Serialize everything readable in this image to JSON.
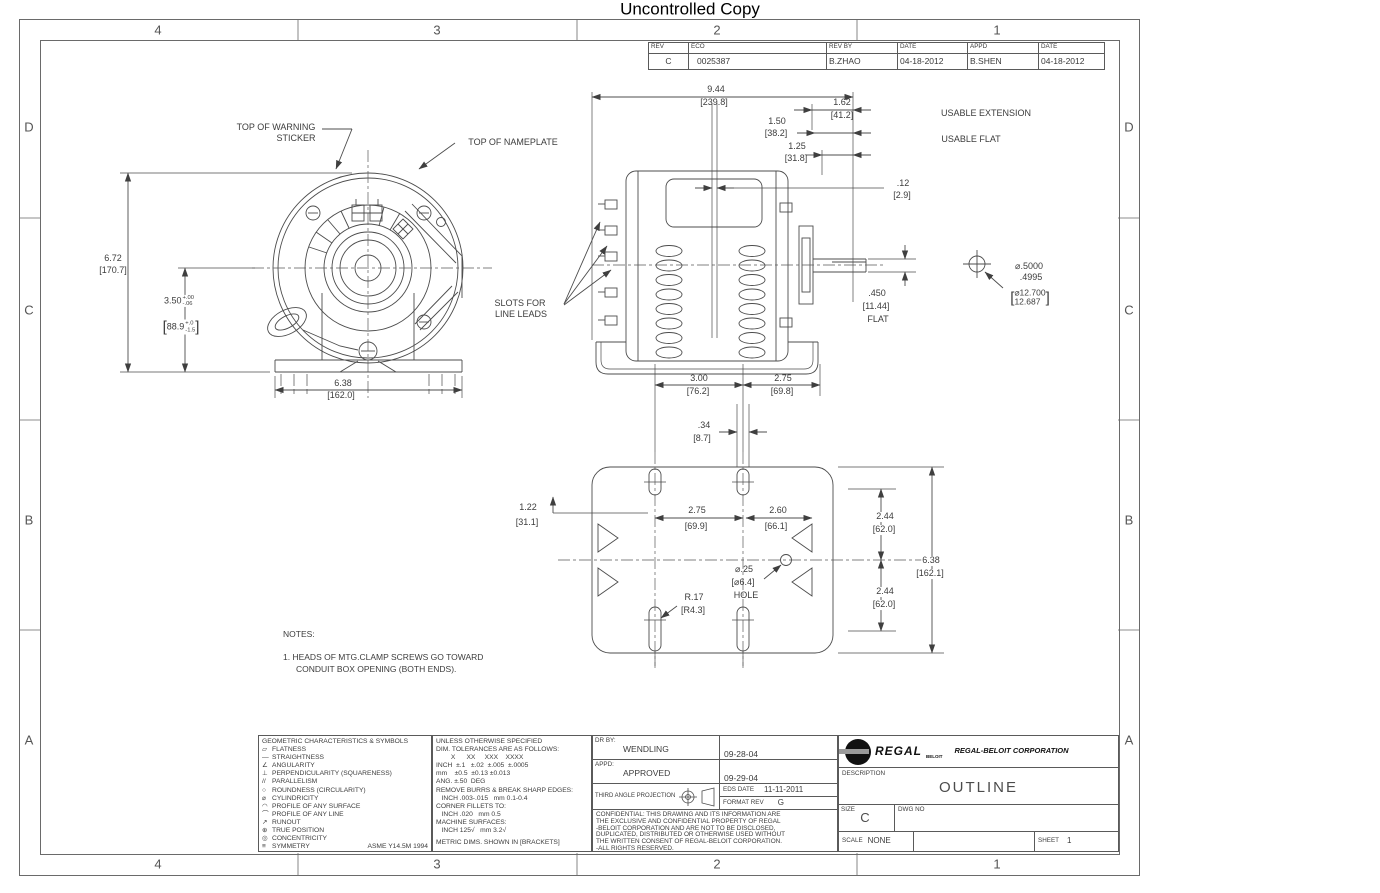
{
  "watermark": "Uncontrolled Copy",
  "zones": {
    "cols": [
      "4",
      "3",
      "2",
      "1"
    ],
    "rows": [
      "D",
      "C",
      "B",
      "A"
    ]
  },
  "rev_table": {
    "headers": [
      "REV",
      "ECO",
      "REV BY",
      "DATE",
      "APPD",
      "DATE"
    ],
    "values": [
      "C",
      "0025387",
      "B.ZHAO",
      "04-18-2012",
      "B.SHEN",
      "04-18-2012"
    ]
  },
  "labels": {
    "warning_1": "TOP OF WARNING",
    "warning_2": "STICKER",
    "nameplate": "TOP OF NAMEPLATE",
    "slots_1": "SLOTS FOR",
    "slots_2": "LINE LEADS",
    "usable_extension": "USABLE EXTENSION",
    "usable_flat": "USABLE FLAT"
  },
  "dims": {
    "d672": {
      "in": "6.72",
      "mm": "[170.7]"
    },
    "d350": {
      "in": "3.50",
      "tol_p": "+.00",
      "tol_m": "-.06",
      "mm": "88.9",
      "mm_p": "+.0",
      "mm_m": "-1.5"
    },
    "d638_front": {
      "in": "6.38",
      "mm": "[162.0]"
    },
    "d944": {
      "in": "9.44",
      "mm": "[239.8]"
    },
    "d162": {
      "in": "1.62",
      "mm": "[41.2]"
    },
    "d150": {
      "in": "1.50",
      "mm": "[38.2]"
    },
    "d125": {
      "in": "1.25",
      "mm": "[31.8]"
    },
    "d012": {
      "in": ".12",
      "mm": "[2.9]"
    },
    "d450": {
      "in": ".450",
      "mm": "[11.44]",
      "note": "FLAT"
    },
    "shaft": {
      "in1": "⌀.5000",
      "in2": ".4995",
      "mm1": "⌀12.700",
      "mm2": "12.687"
    },
    "d300": {
      "in": "3.00",
      "mm": "[76.2]"
    },
    "d275_side": {
      "in": "2.75",
      "mm": "[69.8]"
    },
    "d034": {
      "in": ".34",
      "mm": "[8.7]"
    },
    "d122": {
      "in": "1.22",
      "mm": "[31.1]"
    },
    "d275_bottom": {
      "in": "2.75",
      "mm": "[69.9]"
    },
    "d260": {
      "in": "2.60",
      "mm": "[66.1]"
    },
    "d244_top": {
      "in": "2.44",
      "mm": "[62.0]"
    },
    "d244_bottom": {
      "in": "2.44",
      "mm": "[62.0]"
    },
    "d638_bottom": {
      "in": "6.38",
      "mm": "[162.1]"
    },
    "hole": {
      "in": "⌀.25",
      "mm": "[⌀6.4]",
      "note": "HOLE"
    },
    "r17": {
      "in": "R.17",
      "mm": "[R4.3]"
    }
  },
  "notes": {
    "title": "NOTES:",
    "line1": "1.  HEADS  OF  MTG.CLAMP  SCREWS  GO  TOWARD",
    "line2": "CONDUIT  BOX  OPENING  (BOTH  ENDS)."
  },
  "geo": {
    "title": "GEOMETRIC  CHARACTERISTICS  &  SYMBOLS",
    "items": [
      {
        "sym": "▱",
        "label": "FLATNESS"
      },
      {
        "sym": "—",
        "label": "STRAIGHTNESS"
      },
      {
        "sym": "∠",
        "label": "ANGULARITY"
      },
      {
        "sym": "⊥",
        "label": "PERPENDICULARITY  (SQUARENESS)"
      },
      {
        "sym": "//",
        "label": "PARALLELISM"
      },
      {
        "sym": "○",
        "label": "ROUNDNESS  (CIRCULARITY)"
      },
      {
        "sym": "⌀",
        "label": "CYLINDRICITY"
      },
      {
        "sym": "◠",
        "label": "PROFILE  OF  ANY  SURFACE"
      },
      {
        "sym": "⌒",
        "label": "PROFILE  OF  ANY  LINE"
      },
      {
        "sym": "↗",
        "label": "RUNOUT"
      },
      {
        "sym": "⊕",
        "label": "TRUE  POSITION"
      },
      {
        "sym": "◎",
        "label": "CONCENTRICITY"
      },
      {
        "sym": "≡",
        "label": "SYMMETRY"
      }
    ],
    "std": "ASME Y14.5M 1994"
  },
  "tol": {
    "lines": [
      "UNLESS OTHERWISE SPECIFIED",
      "DIM. TOLERANCES ARE AS FOLLOWS:",
      "        X      XX     XXX    XXXX",
      "INCH  ±.1   ±.02  ±.005  ±.0005",
      "mm    ±0.5  ±0.13 ±0.013",
      "ANG. ±.50  DEG",
      "REMOVE BURRS & BREAK SHARP EDGES:",
      "   INCH .003-.015   mm 0.1-0.4",
      "CORNER FILLETS TO:",
      "   INCH .020   mm 0.5",
      "MACHINE SURFACES:",
      "   INCH 125√   mm 3.2√",
      "METRIC DIMS. SHOWN IN [BRACKETS]"
    ]
  },
  "doc": {
    "dr_label": "DR BY:",
    "dr_name": "WENDLING",
    "dr_date": "09-28-04",
    "appd_label": "APPD:",
    "appd_name": "APPROVED",
    "appd_date": "09-29-04",
    "projection": "THIRD ANGLE PROJECTION",
    "eds_label": "EDS DATE",
    "eds_date": "11-11-2011",
    "format_label": "FORMAT REV",
    "format_rev": "G",
    "confidential": [
      "CONFIDENTIAL: THIS DRAWING AND ITS INFORMATION ARE",
      "THE EXCLUSIVE AND CONFIDENTIAL PROPERTY OF REGAL",
      "-BELOIT CORPORATION AND ARE NOT TO BE DISCLOSED,",
      "DUPLICATED, DISTRIBUTED OR OTHERWISE USED WITHOUT",
      "THE WRITTEN CONSENT OF REGAL-BELOIT CORPORATION.",
      "-ALL RIGHTS RESERVED."
    ]
  },
  "title_block": {
    "logo_main": "REGAL",
    "logo_sub": "BELOIT",
    "company": "REGAL-BELOIT CORPORATION",
    "description_label": "DESCRIPTION",
    "description": "OUTLINE",
    "size_label": "SIZE",
    "size": "C",
    "dwg_label": "DWG NO",
    "scale_label": "SCALE",
    "scale": "NONE",
    "sheet_label": "SHEET",
    "sheet": "1"
  }
}
